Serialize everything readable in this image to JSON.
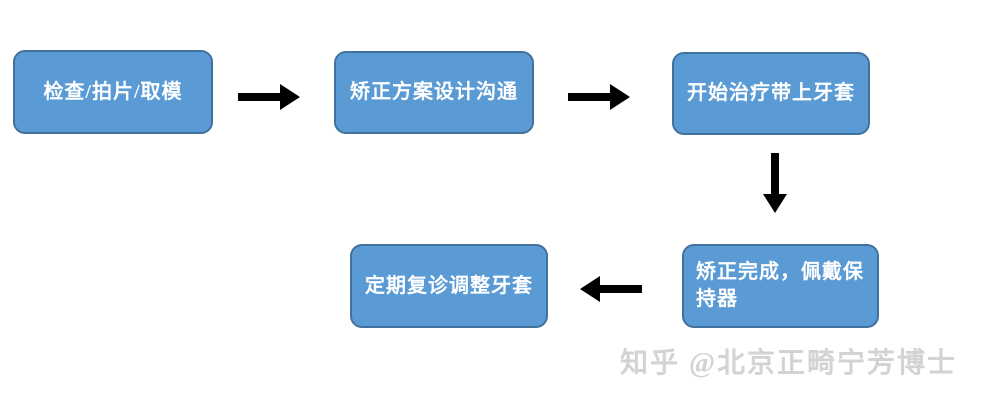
{
  "page": {
    "background_color": "#ffffff"
  },
  "flowchart": {
    "node_fill_color": "#5b9bd5",
    "node_border_color": "#41719c",
    "node_text_color": "#ffffff",
    "arrow_color": "#000000",
    "nodes": [
      {
        "id": "step1",
        "label": "检查/拍片/取模"
      },
      {
        "id": "step2",
        "label": "矫正方案设计沟通"
      },
      {
        "id": "step3",
        "label": "开始治疗带上牙套"
      },
      {
        "id": "step4",
        "label": "矫正完成，佩戴保持器"
      },
      {
        "id": "step5",
        "label": "定期复诊调整牙套"
      }
    ],
    "edges": [
      {
        "from": "step1",
        "to": "step2",
        "direction": "right"
      },
      {
        "from": "step2",
        "to": "step3",
        "direction": "right"
      },
      {
        "from": "step3",
        "to": "step4",
        "direction": "down"
      },
      {
        "from": "step4",
        "to": "step5",
        "direction": "left"
      }
    ]
  },
  "watermark": {
    "text": "知乎 @北京正畸宁芳博士",
    "color": "#d3d3d3"
  }
}
